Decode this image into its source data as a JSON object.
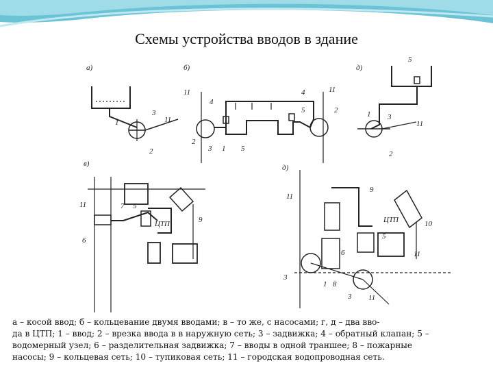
{
  "title": "Схемы устройства вводов в здание",
  "panels": [
    {
      "key": "a",
      "label": "а)"
    },
    {
      "key": "b",
      "label": "б)"
    },
    {
      "key": "d1",
      "label": "д)"
    },
    {
      "key": "v",
      "label": "в)"
    },
    {
      "key": "d2",
      "label": "д)"
    }
  ],
  "unit_label": "ЦТП",
  "caption": {
    "line1": "а – косой ввод; б – кольцевание двумя вводами; в – то же, с насосами; г, д – два вво-",
    "line2": "да в ЦТП; 1 – ввод; 2 – врезка ввода в в наружную сеть; 3 – задвижка; 4 – обратный клапан; 5 –",
    "line3": "водомерный узел; 6 – разделительная задвижка; 7 – вводы в одной траншее; 8 – пожарные",
    "line4": "насосы; 9 – кольцевая сеть; 10 – тупиковая сеть; 11 – городская водопроводная сеть."
  }
}
